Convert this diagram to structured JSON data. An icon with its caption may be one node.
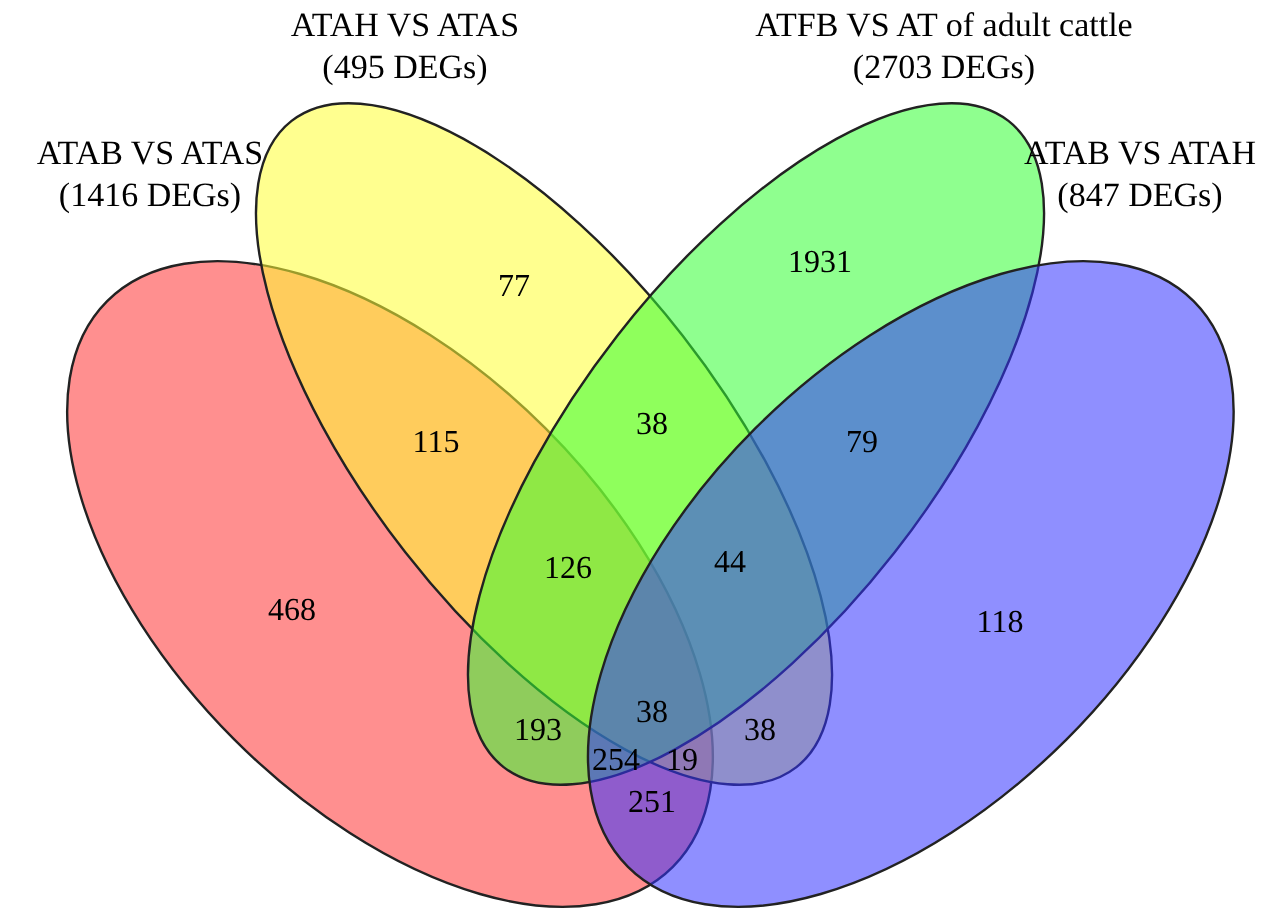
{
  "diagram": {
    "nodes": [
      {
        "text": [
          "ATAH VS ATAS (495 DEGs)"
        ]
      },
      {
        "text": [
          "ATFB VS AT of adult cattle (2703 DEGs)"
        ]
      },
      {
        "text": [
          "ATAB VS ATAS (1416 DEGs)"
        ]
      },
      {
        "text": [
          "ATAB VS ATAH (847 DEGs)"
        ]
      }
    ],
    "labels": [
      "77",
      "1931",
      "115",
      "38",
      "79",
      "468",
      "126",
      "44",
      "118",
      "193",
      "254",
      "38",
      "19",
      "38",
      "251"
    ]
  }
}
